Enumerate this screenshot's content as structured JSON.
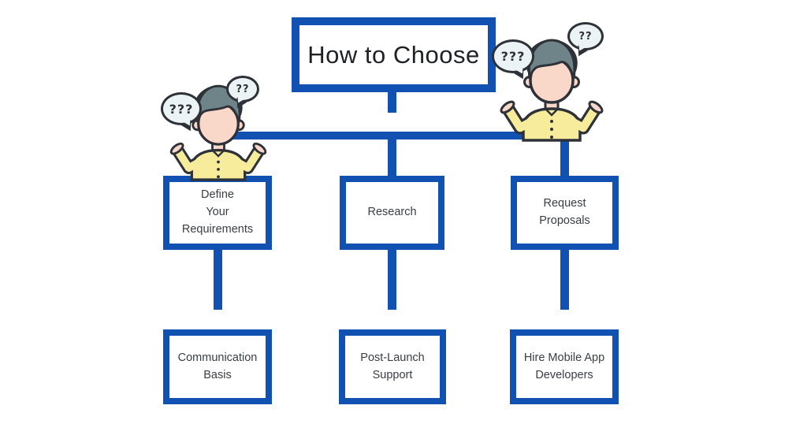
{
  "diagram": {
    "type": "flowchart",
    "accent_color": "#1151B2",
    "title_box": {
      "label": "How to Choose"
    },
    "row1": [
      {
        "label": "Define\nYour\nRequirements"
      },
      {
        "label": "Research"
      },
      {
        "label": "Request\nProposals"
      }
    ],
    "row2": [
      {
        "label": "Communication\nBasis"
      },
      {
        "label": "Post-Launch\nSupport"
      },
      {
        "label": "Hire Mobile App\nDevelopers"
      }
    ],
    "characters": {
      "left": {
        "bubble_left": "???",
        "bubble_right": "??"
      },
      "right": {
        "bubble_left": "???",
        "bubble_right": "??"
      }
    }
  }
}
